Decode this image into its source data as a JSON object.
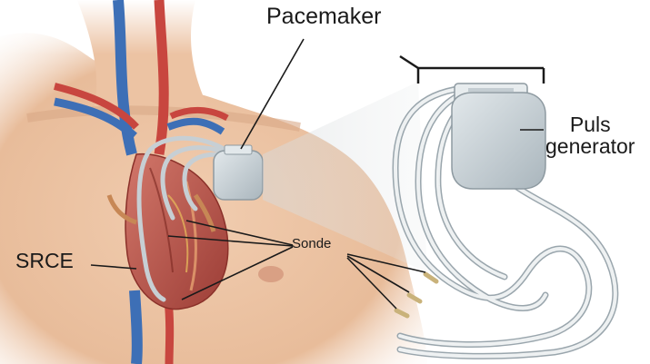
{
  "labels": {
    "pacemaker": "Pacemaker",
    "puls_line1": "Puls",
    "puls_line2": "generator",
    "srce": "SRCE",
    "sonde": "Sonde"
  },
  "colors": {
    "skin": "#e6b996",
    "heart": "#b9564c",
    "vein_blue": "#3d6fb6",
    "artery_red": "#c8463f",
    "device": "#c9d2d7",
    "lead": "#d4dade"
  },
  "icons": [
    "pacemaker-device-icon",
    "heart-illustration",
    "torso-illustration"
  ]
}
